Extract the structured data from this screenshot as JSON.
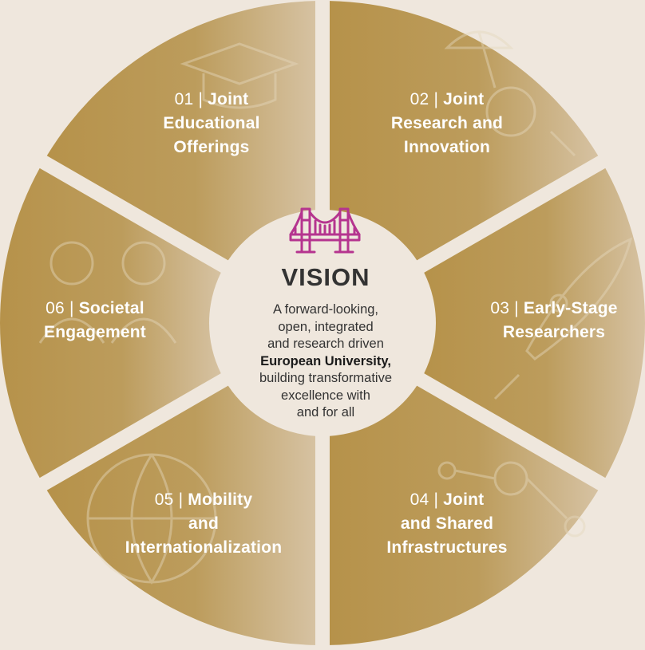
{
  "colors": {
    "background": "#efe7dd",
    "segment_dark": "#b6924a",
    "segment_light": "#d3bc98",
    "center_fill": "#efe7dd",
    "icon_magenta": "#b5348f",
    "outline_light": "#e5d6bc"
  },
  "center": {
    "icon": "bridge-icon",
    "title": "VISION",
    "lines": [
      "A forward-looking,",
      "open, integrated",
      "and research driven",
      "European University,",
      "building transformative",
      "excellence with",
      "and for all"
    ]
  },
  "segments": [
    {
      "number": "01",
      "separator": "|",
      "title_lines": [
        "Joint",
        "Educational",
        "Offerings"
      ],
      "icon": "graduation-cap-icon"
    },
    {
      "number": "02",
      "separator": "|",
      "title_lines": [
        "Joint",
        "Research and",
        "Innovation"
      ],
      "icon": "lamp-magnifier-icon"
    },
    {
      "number": "03",
      "separator": "|",
      "title_lines": [
        "Early-Stage",
        "Researchers"
      ],
      "icon": "rocket-icon"
    },
    {
      "number": "04",
      "separator": "|",
      "title_lines": [
        "Joint",
        "and Shared",
        "Infrastructures"
      ],
      "icon": "network-icon"
    },
    {
      "number": "05",
      "separator": "|",
      "title_lines": [
        "Mobility",
        "and",
        "Internationalization"
      ],
      "icon": "globe-icon"
    },
    {
      "number": "06",
      "separator": "|",
      "title_lines": [
        "Societal",
        "Engagement"
      ],
      "icon": "people-icon"
    }
  ]
}
